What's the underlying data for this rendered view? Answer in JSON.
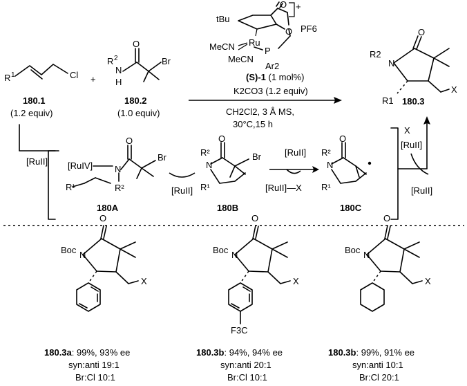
{
  "top": {
    "reactant1": {
      "r_label": "R",
      "r_sup": "1",
      "cl": "Cl",
      "id": "180.1",
      "equiv": "(1.2 equiv)"
    },
    "plus": "+",
    "reactant2": {
      "r_label": "R",
      "r_sup": "2",
      "n": "N",
      "h": "H",
      "o": "O",
      "br": "Br",
      "id": "180.2",
      "equiv": "(1.0 equiv)"
    },
    "catalyst": {
      "tbu": "tBu",
      "ru": "Ru",
      "mecn1": "MeCN",
      "mecn2": "MeCN",
      "p": "P",
      "ar2": "Ar2",
      "o": "O",
      "pf6": "PF6",
      "charge": "+"
    },
    "conditions": {
      "cat_id": "(S)-1",
      "cat_loading": " (1 mol%)",
      "base": "K2CO3 (1.2 equiv)",
      "solvent": "CH2Cl2, 3 Å MS,",
      "temp_time": "30°C,15 h"
    },
    "product": {
      "r2": "R2",
      "r1": "R1",
      "n": "N",
      "o": "O",
      "x": "X",
      "id": "180.3"
    }
  },
  "mechanism": {
    "ru_ii": "[RuII]",
    "ru_iv": "[RuIV]",
    "ru_ii_x": "[RuII]—X",
    "x": "X",
    "intermediates": [
      "180A",
      "180B",
      "180C"
    ]
  },
  "examples": [
    {
      "id": "180.3a",
      "yield_ee": ": 99%, 93% ee",
      "dr": "syn:anti 19:1",
      "halide": "Br:Cl 10:1",
      "boc": "Boc",
      "x": "X"
    },
    {
      "id": "180.3b",
      "yield_ee": ": 94%, 94% ee",
      "dr": "syn:anti 20:1",
      "halide": "Br:Cl 10:1",
      "boc": "Boc",
      "x": "X",
      "substituent": "F3C"
    },
    {
      "id": "180.3b",
      "yield_ee": ": 99%, 91% ee",
      "dr": "syn:anti 10:1",
      "halide": "Br:Cl 20:1",
      "boc": "Boc",
      "x": "X"
    }
  ]
}
